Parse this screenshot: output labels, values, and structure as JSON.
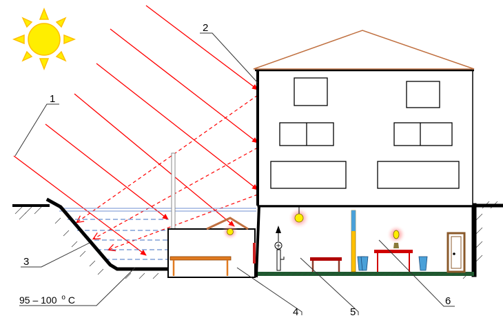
{
  "callouts": {
    "c1": "1",
    "c2": "2",
    "c3": "3",
    "c4": "4",
    "c5": "5",
    "c6": "6"
  },
  "temperature": {
    "value": "95 – 100",
    "sup": "o",
    "unit": "C"
  },
  "colors": {
    "ray": "#ff0000",
    "sun_fill": "#ffee00",
    "sun_stroke": "#ffc000",
    "roof": "#c07040",
    "water_line": "#6f8fd0",
    "water_dash": "#3f6fc0",
    "ground_strip": "#1f5a30",
    "bench": "#e07a20",
    "table": "#b00000",
    "lamp": "#ffee00",
    "lamp_glow": "#ff7070",
    "door": "#8b5a2b",
    "pipe": "#ffc000",
    "vase": "#4aa0d8"
  },
  "icons": [
    "sun-icon",
    "lamp-icon",
    "valve-icon",
    "door-icon",
    "vase-icon"
  ]
}
